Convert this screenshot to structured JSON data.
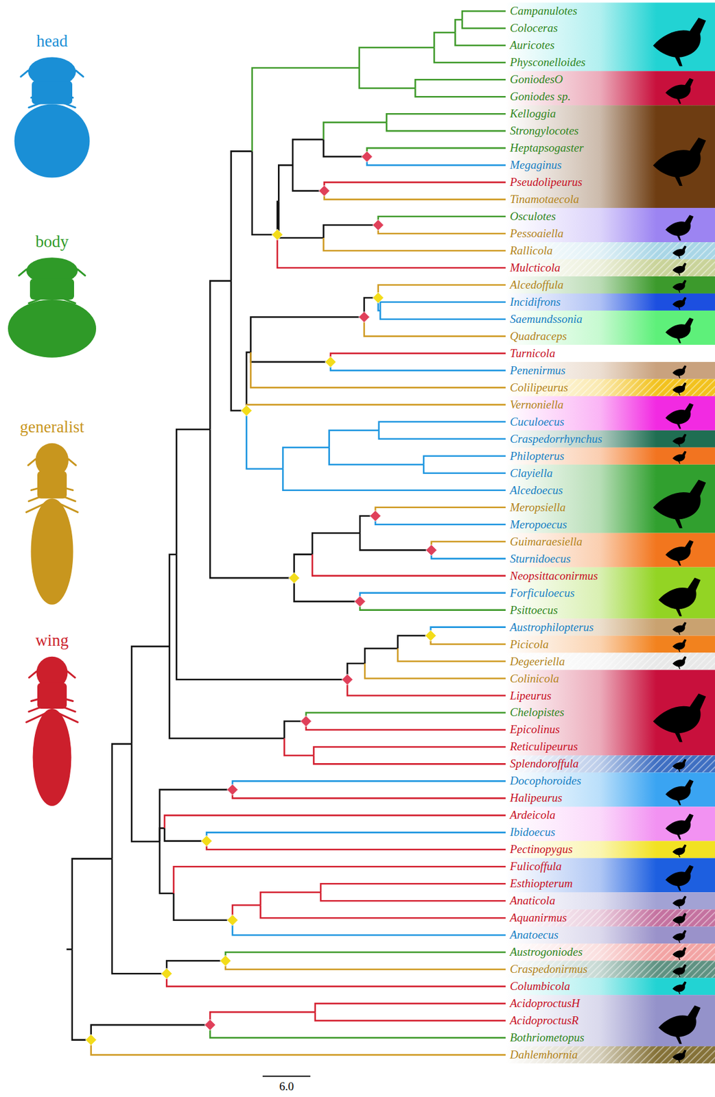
{
  "diagram": {
    "labels": [
      "Campanulotes",
      "Coloceras",
      "Auricotes",
      "Physconelloides",
      "GoniodesO",
      "Goniodes sp.",
      "Kelloggia",
      "Strongylocotes",
      "Heptapsogaster",
      "Megaginus",
      "Pseudolipeurus",
      "Tinamotaecola",
      "Osculotes",
      "Pessoaiella",
      "Rallicola",
      "Mulcticola",
      "Alcedoffula",
      "Incidifrons",
      "Saemundssonia",
      "Quadraceps",
      "Turnicola",
      "Penenirmus",
      "Colilipeurus",
      "Vernoniella",
      "Cuculoecus",
      "Craspedorrhynchus",
      "Philopterus",
      "Clayiella",
      "Alcedoecus",
      "Meropsiella",
      "Meropoecus",
      "Guimaraesiella",
      "Sturnidoecus",
      "Neopsittaconirmus",
      "Forficuloecus",
      "Psittoecus",
      "Austrophilopterus",
      "Picicola",
      "Degeeriella",
      "Colinicola",
      "Lipeurus",
      "Chelopistes",
      "Epicolinus",
      "Reticulipeurus",
      "Splendoroffula",
      "Docophoroides",
      "Halipeurus",
      "Ardeicola",
      "Ibidoecus",
      "Pectinopygus",
      "Fulicoffula",
      "Esthiopterum",
      "Anaticola",
      "Aquanirmus",
      "Anatoecus",
      "Austrogoniodes",
      "Craspedonirmus",
      "Columbicola",
      "AcidoproctusH",
      "AcidoproctusR",
      "Bothriometopus",
      "Dahlemhornia",
      "6.0"
    ],
    "legend": [
      {
        "text": "head",
        "color": "#1a8fd6"
      },
      {
        "text": "body",
        "color": "#2f9a28"
      },
      {
        "text": "generalist",
        "color": "#c8961e"
      },
      {
        "text": "wing",
        "color": "#cc1f2c"
      }
    ]
  }
}
